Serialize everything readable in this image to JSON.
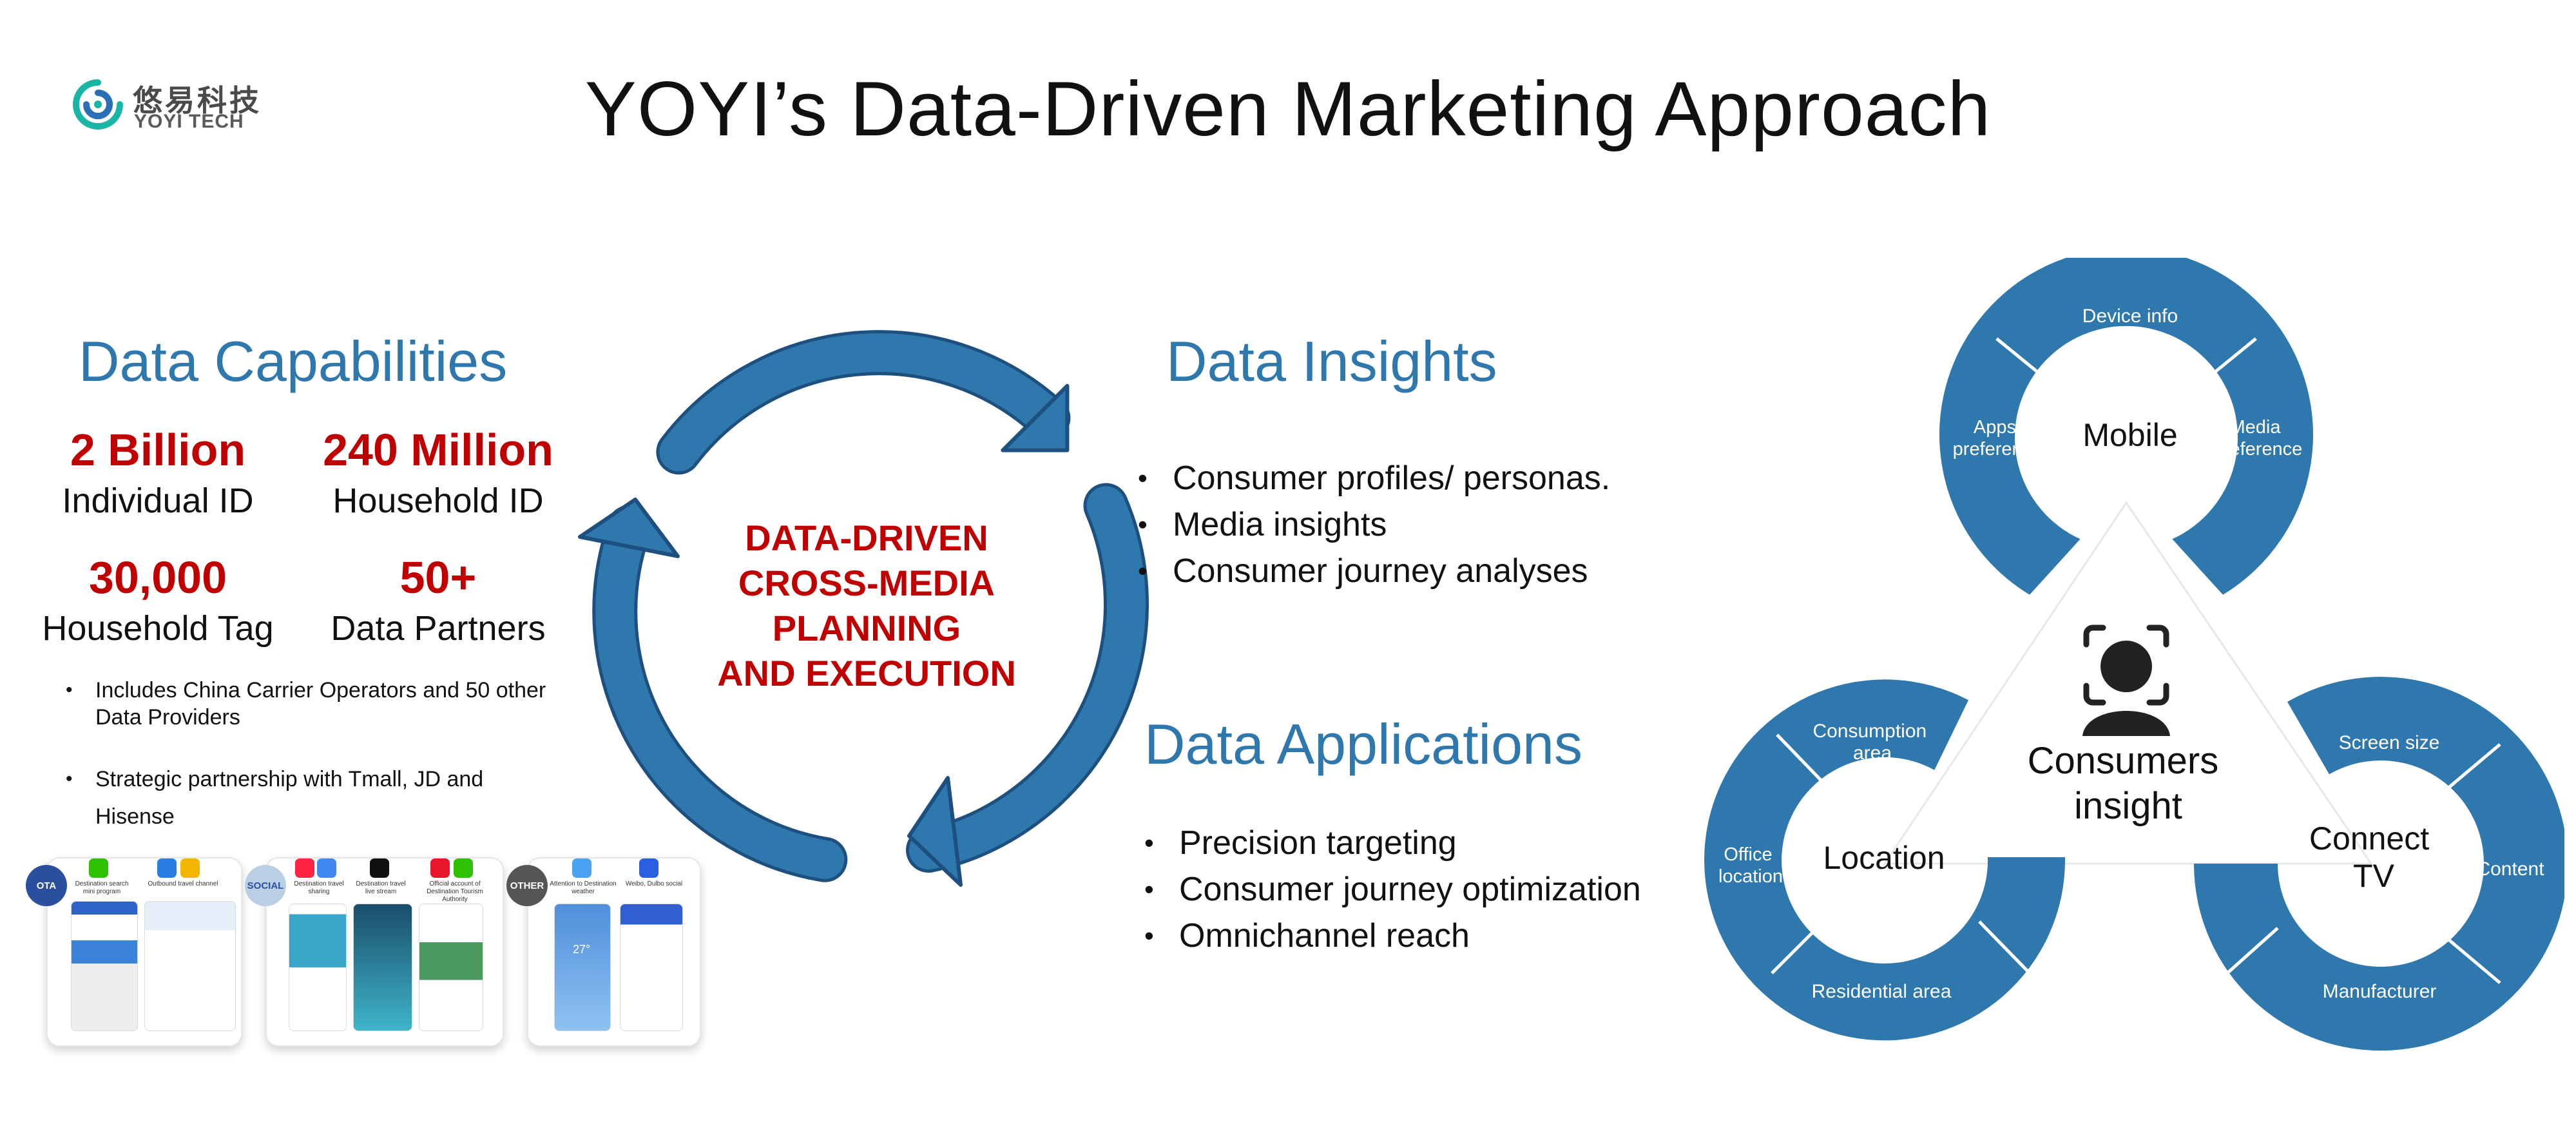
{
  "logo": {
    "cn": "悠易科技",
    "en": "YOYI TECH"
  },
  "title": "YOYI’s Data-Driven Marketing Approach",
  "capabilities": {
    "title": "Data Capabilities",
    "stats": [
      {
        "value": "2 Billion",
        "label": "Individual ID"
      },
      {
        "value": "240 Million",
        "label": "Household ID"
      },
      {
        "value": "30,000",
        "label": "Household Tag"
      },
      {
        "value": "50+",
        "label": "Data Partners"
      }
    ],
    "bullets": [
      "Includes China Carrier Operators and 50 other Data Providers",
      "Strategic partnership with Tmall, JD and Hisense"
    ]
  },
  "cycle": {
    "lines": [
      "DATA-DRIVEN",
      "CROSS-MEDIA",
      "PLANNING",
      "AND EXECUTION"
    ]
  },
  "insights": {
    "title": "Data Insights",
    "bullets": [
      "Consumer profiles/ personas.",
      "Media insights",
      "Consumer journey analyses"
    ]
  },
  "applications": {
    "title": "Data Applications",
    "bullets": [
      "Precision targeting",
      "Consumer journey optimization",
      "Omnichannel reach"
    ]
  },
  "diagram": {
    "center": [
      "Consumers",
      "insight"
    ],
    "mobile": {
      "label": "Mobile",
      "top": "Device info",
      "left": [
        "Apps",
        "preference"
      ],
      "right": [
        "Media",
        "preference"
      ]
    },
    "location": {
      "label": "Location",
      "top": [
        "Consumption",
        "area"
      ],
      "left": [
        "Office",
        "location"
      ],
      "bottom": "Residential area"
    },
    "tv": {
      "label": [
        "Connect",
        "TV"
      ],
      "top": "Screen size",
      "right": "Content",
      "bottom": "Manufacturer"
    }
  },
  "cards": [
    {
      "category": "OTA",
      "captions": [
        "Destination search mini program",
        "Outbound travel channel"
      ]
    },
    {
      "category": "SOCIAL",
      "captions": [
        "Destination travel sharing",
        "Destination travel live stream",
        "Official account of Destination Tourism Authority"
      ]
    },
    {
      "category": "OTHER",
      "captions": [
        "Attention to Destination weather",
        "Weibo, Dulbo social"
      ]
    }
  ],
  "phone_text": {
    "temp": "27°"
  },
  "colors": {
    "blue": "#2f78ad",
    "title_blue": "#2f78ad",
    "red": "#c00000",
    "ota": "#2a4f9e",
    "social": "#b9cfe6",
    "other": "#555555"
  }
}
